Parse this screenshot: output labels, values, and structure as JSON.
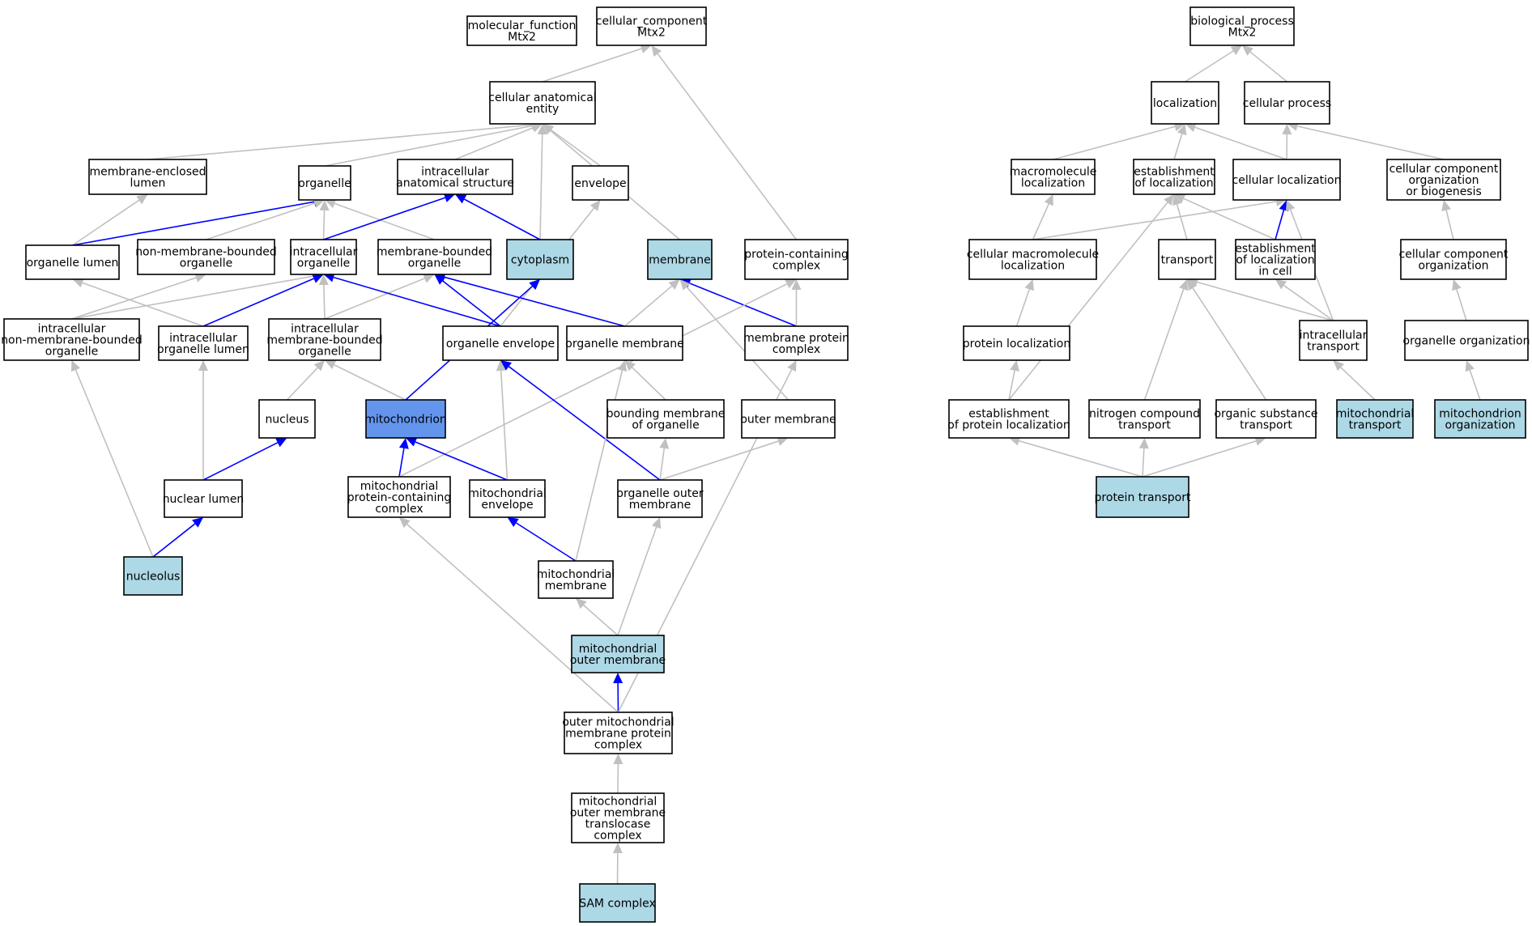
{
  "colors": {
    "default_fill": "#ffffff",
    "annotated_fill": "#add8e6",
    "focus_fill": "#6495ed",
    "gray_edge": "#c0c0c0",
    "blue_edge": "#0000ff"
  },
  "nodes": [
    {
      "id": "mf",
      "lines": [
        "molecular_function",
        "Mtx2"
      ],
      "style": "default"
    },
    {
      "id": "cc",
      "lines": [
        "cellular_component",
        "Mtx2"
      ],
      "style": "default"
    },
    {
      "id": "bp",
      "lines": [
        "biological_process",
        "Mtx2"
      ],
      "style": "default"
    },
    {
      "id": "cae",
      "lines": [
        "cellular anatomical",
        "entity"
      ],
      "style": "default"
    },
    {
      "id": "mel",
      "lines": [
        "membrane-enclosed",
        "lumen"
      ],
      "style": "default"
    },
    {
      "id": "org",
      "lines": [
        "organelle"
      ],
      "style": "default"
    },
    {
      "id": "ias",
      "lines": [
        "intracellular",
        "anatomical structure"
      ],
      "style": "default"
    },
    {
      "id": "env",
      "lines": [
        "envelope"
      ],
      "style": "default"
    },
    {
      "id": "orgl",
      "lines": [
        "organelle lumen"
      ],
      "style": "default"
    },
    {
      "id": "nmbo",
      "lines": [
        "non-membrane-bounded",
        "organelle"
      ],
      "style": "default"
    },
    {
      "id": "io",
      "lines": [
        "intracellular",
        "organelle"
      ],
      "style": "default"
    },
    {
      "id": "mbo",
      "lines": [
        "membrane-bounded",
        "organelle"
      ],
      "style": "default"
    },
    {
      "id": "cyto",
      "lines": [
        "cytoplasm"
      ],
      "style": "annotated"
    },
    {
      "id": "mem",
      "lines": [
        "membrane"
      ],
      "style": "annotated"
    },
    {
      "id": "pcc",
      "lines": [
        "protein-containing",
        "complex"
      ],
      "style": "default"
    },
    {
      "id": "inmbo",
      "lines": [
        "intracellular",
        "non-membrane-bounded",
        "organelle"
      ],
      "style": "default"
    },
    {
      "id": "iol",
      "lines": [
        "intracellular",
        "organelle lumen"
      ],
      "style": "default"
    },
    {
      "id": "imbo",
      "lines": [
        "intracellular",
        "membrane-bounded",
        "organelle"
      ],
      "style": "default"
    },
    {
      "id": "oenv",
      "lines": [
        "organelle envelope"
      ],
      "style": "default"
    },
    {
      "id": "omem",
      "lines": [
        "organelle membrane"
      ],
      "style": "default"
    },
    {
      "id": "mpc",
      "lines": [
        "membrane protein",
        "complex"
      ],
      "style": "default"
    },
    {
      "id": "nuc",
      "lines": [
        "nucleus"
      ],
      "style": "default"
    },
    {
      "id": "mito",
      "lines": [
        "mitochondrion"
      ],
      "style": "focus"
    },
    {
      "id": "bmo",
      "lines": [
        "bounding membrane",
        "of organelle"
      ],
      "style": "default"
    },
    {
      "id": "outm",
      "lines": [
        "outer membrane"
      ],
      "style": "default"
    },
    {
      "id": "nl",
      "lines": [
        "nuclear lumen"
      ],
      "style": "default"
    },
    {
      "id": "mpcc",
      "lines": [
        "mitochondrial",
        "protein-containing",
        "complex"
      ],
      "style": "default"
    },
    {
      "id": "menv",
      "lines": [
        "mitochondrial",
        "envelope"
      ],
      "style": "default"
    },
    {
      "id": "oom",
      "lines": [
        "organelle outer",
        "membrane"
      ],
      "style": "default"
    },
    {
      "id": "nucl",
      "lines": [
        "nucleolus"
      ],
      "style": "annotated"
    },
    {
      "id": "mmem",
      "lines": [
        "mitochondrial",
        "membrane"
      ],
      "style": "default"
    },
    {
      "id": "mom",
      "lines": [
        "mitochondrial",
        "outer membrane"
      ],
      "style": "annotated"
    },
    {
      "id": "ompc",
      "lines": [
        "outer mitochondrial",
        "membrane protein",
        "complex"
      ],
      "style": "default"
    },
    {
      "id": "momtc",
      "lines": [
        "mitochondrial",
        "outer membrane",
        "translocase",
        "complex"
      ],
      "style": "default"
    },
    {
      "id": "sam",
      "lines": [
        "SAM complex"
      ],
      "style": "annotated"
    },
    {
      "id": "loc",
      "lines": [
        "localization"
      ],
      "style": "default"
    },
    {
      "id": "cp",
      "lines": [
        "cellular process"
      ],
      "style": "default"
    },
    {
      "id": "mloc",
      "lines": [
        "macromolecule",
        "localization"
      ],
      "style": "default"
    },
    {
      "id": "eol",
      "lines": [
        "establishment",
        "of localization"
      ],
      "style": "default"
    },
    {
      "id": "cl",
      "lines": [
        "cellular localization"
      ],
      "style": "default"
    },
    {
      "id": "ccob",
      "lines": [
        "cellular component",
        "organization",
        "or biogenesis"
      ],
      "style": "default"
    },
    {
      "id": "cmloc",
      "lines": [
        "cellular macromolecule",
        "localization"
      ],
      "style": "default"
    },
    {
      "id": "trans",
      "lines": [
        "transport"
      ],
      "style": "default"
    },
    {
      "id": "eolc",
      "lines": [
        "establishment",
        "of localization",
        "in cell"
      ],
      "style": "default"
    },
    {
      "id": "cco",
      "lines": [
        "cellular component",
        "organization"
      ],
      "style": "default"
    },
    {
      "id": "ploc",
      "lines": [
        "protein localization"
      ],
      "style": "default"
    },
    {
      "id": "it",
      "lines": [
        "intracellular",
        "transport"
      ],
      "style": "default"
    },
    {
      "id": "oo",
      "lines": [
        "organelle organization"
      ],
      "style": "default"
    },
    {
      "id": "epl",
      "lines": [
        "establishment",
        "of protein localization"
      ],
      "style": "default"
    },
    {
      "id": "nct",
      "lines": [
        "nitrogen compound",
        "transport"
      ],
      "style": "default"
    },
    {
      "id": "ost",
      "lines": [
        "organic substance",
        "transport"
      ],
      "style": "default"
    },
    {
      "id": "mt",
      "lines": [
        "mitochondrial",
        "transport"
      ],
      "style": "annotated"
    },
    {
      "id": "morg",
      "lines": [
        "mitochondrion",
        "organization"
      ],
      "style": "annotated"
    },
    {
      "id": "pt",
      "lines": [
        "protein transport"
      ],
      "style": "annotated"
    }
  ],
  "edges": [
    {
      "from": "cae",
      "to": "cc",
      "color": "gray"
    },
    {
      "from": "pcc",
      "to": "cc",
      "color": "gray"
    },
    {
      "from": "mel",
      "to": "cae",
      "color": "gray"
    },
    {
      "from": "org",
      "to": "cae",
      "color": "gray"
    },
    {
      "from": "ias",
      "to": "cae",
      "color": "gray"
    },
    {
      "from": "cyto",
      "to": "cae",
      "color": "gray"
    },
    {
      "from": "env",
      "to": "cae",
      "color": "gray"
    },
    {
      "from": "mem",
      "to": "cae",
      "color": "gray"
    },
    {
      "from": "orgl",
      "to": "mel",
      "color": "gray"
    },
    {
      "from": "orgl",
      "to": "org",
      "color": "blue"
    },
    {
      "from": "nmbo",
      "to": "org",
      "color": "gray"
    },
    {
      "from": "io",
      "to": "org",
      "color": "gray"
    },
    {
      "from": "mbo",
      "to": "org",
      "color": "gray"
    },
    {
      "from": "io",
      "to": "ias",
      "color": "blue"
    },
    {
      "from": "cyto",
      "to": "ias",
      "color": "blue"
    },
    {
      "from": "oenv",
      "to": "env",
      "color": "gray"
    },
    {
      "from": "inmbo",
      "to": "nmbo",
      "color": "gray"
    },
    {
      "from": "inmbo",
      "to": "io",
      "color": "gray"
    },
    {
      "from": "iol",
      "to": "orgl",
      "color": "gray"
    },
    {
      "from": "iol",
      "to": "io",
      "color": "blue"
    },
    {
      "from": "imbo",
      "to": "io",
      "color": "gray"
    },
    {
      "from": "imbo",
      "to": "mbo",
      "color": "gray"
    },
    {
      "from": "oenv",
      "to": "io",
      "color": "blue"
    },
    {
      "from": "oenv",
      "to": "mbo",
      "color": "blue"
    },
    {
      "from": "omem",
      "to": "mbo",
      "color": "blue"
    },
    {
      "from": "omem",
      "to": "mem",
      "color": "gray"
    },
    {
      "from": "mpc",
      "to": "mem",
      "color": "blue"
    },
    {
      "from": "mpc",
      "to": "pcc",
      "color": "gray"
    },
    {
      "from": "outm",
      "to": "mem",
      "color": "gray"
    },
    {
      "from": "mito",
      "to": "cyto",
      "color": "blue"
    },
    {
      "from": "nuc",
      "to": "imbo",
      "color": "gray"
    },
    {
      "from": "mito",
      "to": "imbo",
      "color": "gray"
    },
    {
      "from": "bmo",
      "to": "omem",
      "color": "gray"
    },
    {
      "from": "nl",
      "to": "nuc",
      "color": "blue"
    },
    {
      "from": "nl",
      "to": "iol",
      "color": "gray"
    },
    {
      "from": "mpcc",
      "to": "mito",
      "color": "blue"
    },
    {
      "from": "mpcc",
      "to": "pcc",
      "color": "gray"
    },
    {
      "from": "menv",
      "to": "mito",
      "color": "blue"
    },
    {
      "from": "menv",
      "to": "oenv",
      "color": "gray"
    },
    {
      "from": "oom",
      "to": "oenv",
      "color": "blue"
    },
    {
      "from": "oom",
      "to": "bmo",
      "color": "gray"
    },
    {
      "from": "oom",
      "to": "outm",
      "color": "gray"
    },
    {
      "from": "nucl",
      "to": "nl",
      "color": "blue"
    },
    {
      "from": "nucl",
      "to": "inmbo",
      "color": "gray"
    },
    {
      "from": "mmem",
      "to": "menv",
      "color": "blue"
    },
    {
      "from": "mmem",
      "to": "omem",
      "color": "gray"
    },
    {
      "from": "mom",
      "to": "mmem",
      "color": "gray"
    },
    {
      "from": "mom",
      "to": "oom",
      "color": "gray"
    },
    {
      "from": "ompc",
      "to": "mom",
      "color": "blue"
    },
    {
      "from": "ompc",
      "to": "mpcc",
      "color": "gray"
    },
    {
      "from": "ompc",
      "to": "mpc",
      "color": "gray"
    },
    {
      "from": "momtc",
      "to": "ompc",
      "color": "gray"
    },
    {
      "from": "sam",
      "to": "momtc",
      "color": "gray"
    },
    {
      "from": "loc",
      "to": "bp",
      "color": "gray"
    },
    {
      "from": "cp",
      "to": "bp",
      "color": "gray"
    },
    {
      "from": "mloc",
      "to": "loc",
      "color": "gray"
    },
    {
      "from": "eol",
      "to": "loc",
      "color": "gray"
    },
    {
      "from": "cl",
      "to": "loc",
      "color": "gray"
    },
    {
      "from": "cl",
      "to": "cp",
      "color": "gray"
    },
    {
      "from": "ccob",
      "to": "cp",
      "color": "gray"
    },
    {
      "from": "cmloc",
      "to": "mloc",
      "color": "gray"
    },
    {
      "from": "cmloc",
      "to": "cl",
      "color": "gray"
    },
    {
      "from": "trans",
      "to": "eol",
      "color": "gray"
    },
    {
      "from": "eolc",
      "to": "eol",
      "color": "gray"
    },
    {
      "from": "eolc",
      "to": "cl",
      "color": "blue"
    },
    {
      "from": "cco",
      "to": "ccob",
      "color": "gray"
    },
    {
      "from": "ploc",
      "to": "cmloc",
      "color": "gray"
    },
    {
      "from": "it",
      "to": "trans",
      "color": "gray"
    },
    {
      "from": "it",
      "to": "eolc",
      "color": "gray"
    },
    {
      "from": "it",
      "to": "cl",
      "color": "gray"
    },
    {
      "from": "oo",
      "to": "cco",
      "color": "gray"
    },
    {
      "from": "epl",
      "to": "ploc",
      "color": "gray"
    },
    {
      "from": "epl",
      "to": "eol",
      "color": "gray"
    },
    {
      "from": "nct",
      "to": "trans",
      "color": "gray"
    },
    {
      "from": "ost",
      "to": "trans",
      "color": "gray"
    },
    {
      "from": "mt",
      "to": "it",
      "color": "gray"
    },
    {
      "from": "morg",
      "to": "oo",
      "color": "gray"
    },
    {
      "from": "pt",
      "to": "epl",
      "color": "gray"
    },
    {
      "from": "pt",
      "to": "nct",
      "color": "gray"
    },
    {
      "from": "pt",
      "to": "ost",
      "color": "gray"
    }
  ]
}
